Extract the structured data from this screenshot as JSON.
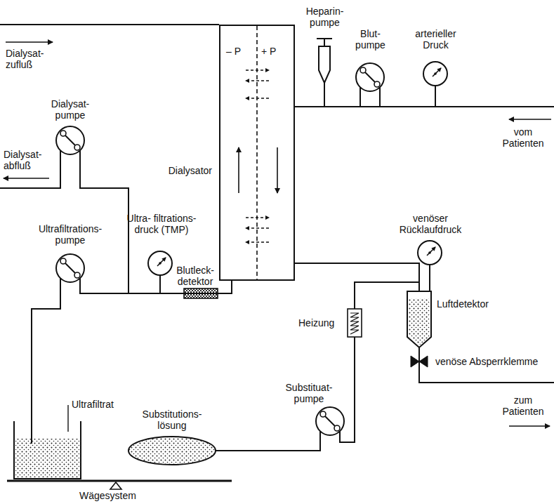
{
  "diagram": {
    "nodes": [
      {
        "text": [
          "Dialysator",
          "– P",
          "+ P"
        ]
      }
    ],
    "labels": [
      "Heparin- pumpe",
      "Blut- pumpe",
      "arterieller Druck",
      "Dialysat- zufluß",
      "vom Patienten",
      "Dialysat- pumpe",
      "Dialysat- abfluß",
      "venöser Rücklaufdruck",
      "Ultra- filtrations- druck (TMP)",
      "Ultrafiltrations- pumpe",
      "Blutleck- detektor",
      "Heizung",
      "Luftdetektor",
      "Substituat- pumpe",
      "venöse Absperrklemme",
      "Ultrafiltrat",
      "Substitutions- lösung",
      "zum Patienten",
      "Wägesystem"
    ]
  }
}
